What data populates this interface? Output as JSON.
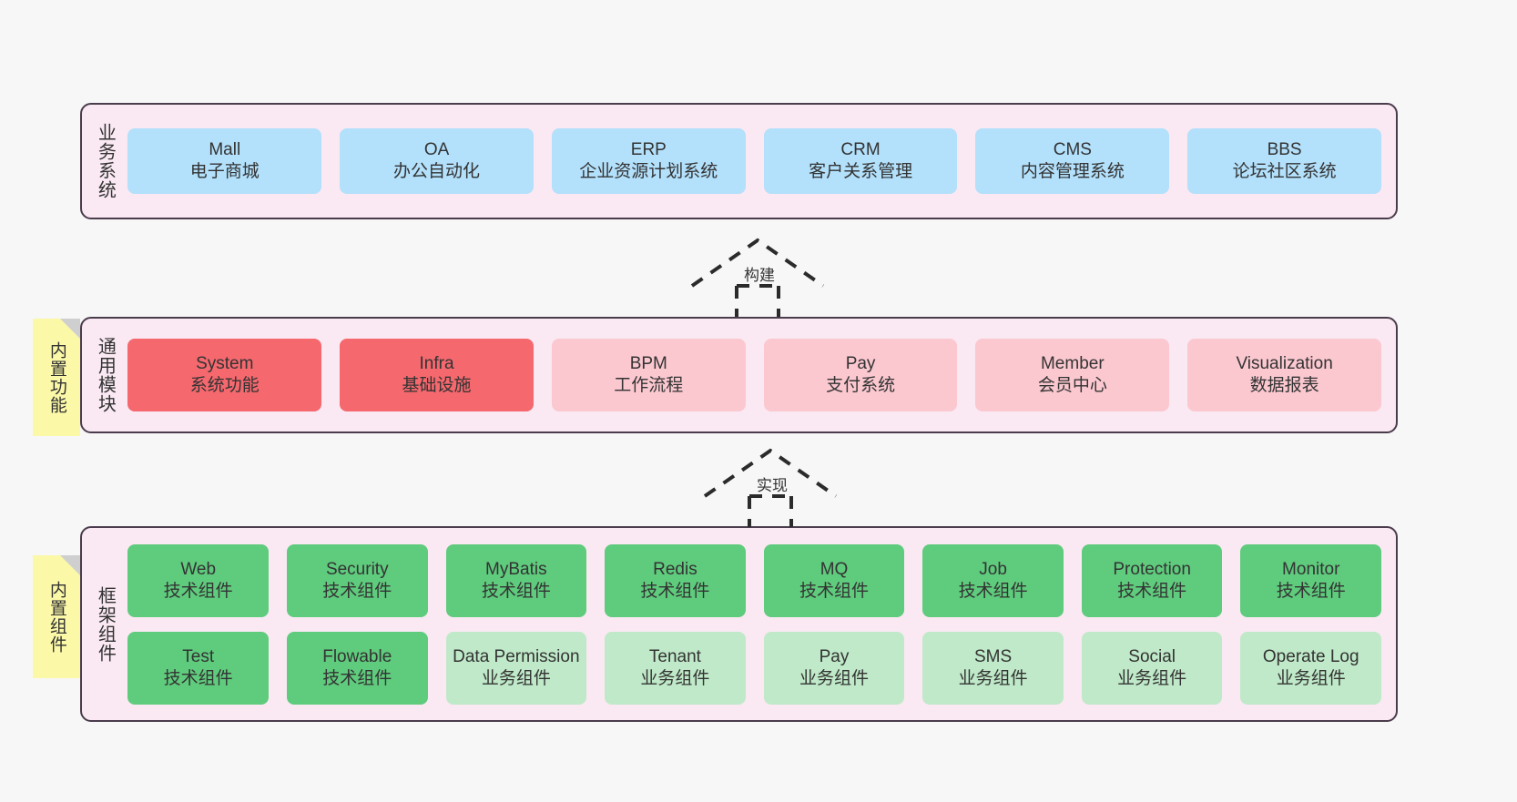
{
  "diagram": {
    "background_color": "#f7f7f7",
    "layer_background_color": "#fae9f3",
    "layer_border_color": "#4a3c4c",
    "sticky_color": "#fbf8a8"
  },
  "layers": {
    "business": {
      "title": "业务系统",
      "color": "#b3e0fb",
      "cards": [
        {
          "name": "Mall",
          "desc": "电子商城"
        },
        {
          "name": "OA",
          "desc": "办公自动化"
        },
        {
          "name": "ERP",
          "desc": "企业资源计划系统"
        },
        {
          "name": "CRM",
          "desc": "客户关系管理"
        },
        {
          "name": "CMS",
          "desc": "内容管理系统"
        },
        {
          "name": "BBS",
          "desc": "论坛社区系统"
        }
      ]
    },
    "common": {
      "title": "通用模块",
      "sticky": "内置功能",
      "color_primary": "#f4686e",
      "color_secondary": "#fbc8d0",
      "cards": [
        {
          "name": "System",
          "desc": "系统功能",
          "variant": "c-red"
        },
        {
          "name": "Infra",
          "desc": "基础设施",
          "variant": "c-red"
        },
        {
          "name": "BPM",
          "desc": "工作流程",
          "variant": "c-pink"
        },
        {
          "name": "Pay",
          "desc": "支付系统",
          "variant": "c-pink"
        },
        {
          "name": "Member",
          "desc": "会员中心",
          "variant": "c-pink"
        },
        {
          "name": "Visualization",
          "desc": "数据报表",
          "variant": "c-pink"
        }
      ]
    },
    "framework": {
      "title": "框架组件",
      "sticky": "内置组件",
      "color_tech": "#5fcb7d",
      "color_biz": "#bfe9c8",
      "row1": [
        {
          "name": "Web",
          "desc": "技术组件"
        },
        {
          "name": "Security",
          "desc": "技术组件"
        },
        {
          "name": "MyBatis",
          "desc": "技术组件"
        },
        {
          "name": "Redis",
          "desc": "技术组件"
        },
        {
          "name": "MQ",
          "desc": "技术组件"
        },
        {
          "name": "Job",
          "desc": "技术组件"
        },
        {
          "name": "Protection",
          "desc": "技术组件"
        },
        {
          "name": "Monitor",
          "desc": "技术组件"
        }
      ],
      "row2": [
        {
          "name": "Test",
          "desc": "技术组件",
          "variant": "c-green"
        },
        {
          "name": "Flowable",
          "desc": "技术组件",
          "variant": "c-green"
        },
        {
          "name": "Data Permission",
          "desc": "业务组件",
          "variant": "c-lightgreen"
        },
        {
          "name": "Tenant",
          "desc": "业务组件",
          "variant": "c-lightgreen"
        },
        {
          "name": "Pay",
          "desc": "业务组件",
          "variant": "c-lightgreen"
        },
        {
          "name": "SMS",
          "desc": "业务组件",
          "variant": "c-lightgreen"
        },
        {
          "name": "Social",
          "desc": "业务组件",
          "variant": "c-lightgreen"
        },
        {
          "name": "Operate Log",
          "desc": "业务组件",
          "variant": "c-lightgreen"
        }
      ]
    }
  },
  "connectors": [
    {
      "id": "build",
      "label": "构建",
      "style": "dashed-hollow-triangle",
      "direction": "up"
    },
    {
      "id": "impl",
      "label": "实现",
      "style": "dashed-hollow-triangle",
      "direction": "up"
    }
  ]
}
